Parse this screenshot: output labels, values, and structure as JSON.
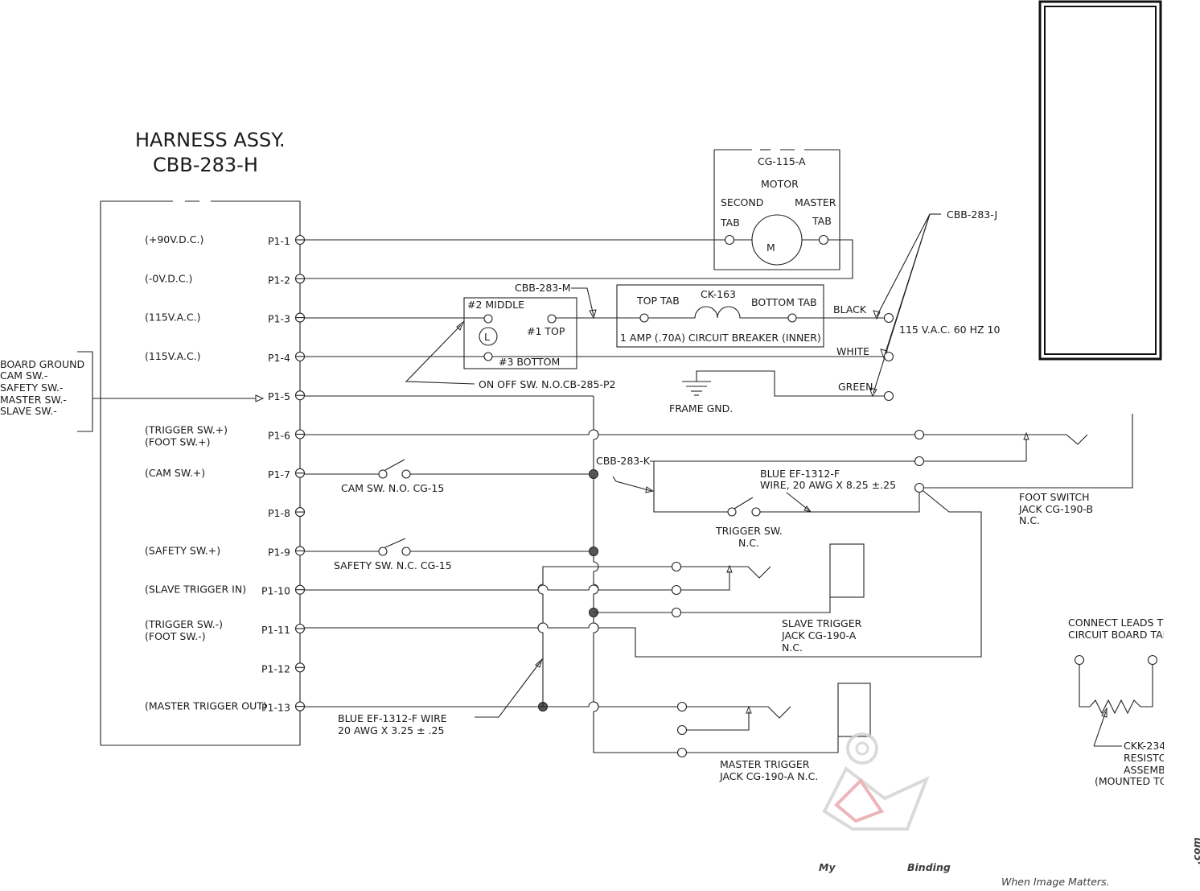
{
  "harness": {
    "line1": "HARNESS ASSY.",
    "line2": "CBB-283-H"
  },
  "pins": [
    {
      "id": "P1-1",
      "label": "(+90V.D.C.)",
      "label2": ""
    },
    {
      "id": "P1-2",
      "label": "(-0V.D.C.)",
      "label2": ""
    },
    {
      "id": "P1-3",
      "label": "(115V.A.C.)",
      "label2": ""
    },
    {
      "id": "P1-4",
      "label": "(115V.A.C.)",
      "label2": ""
    },
    {
      "id": "P1-5",
      "label": "",
      "label2": ""
    },
    {
      "id": "P1-6",
      "label": "(TRIGGER SW.+)",
      "label2": "(FOOT SW.+)"
    },
    {
      "id": "P1-7",
      "label": "(CAM SW.+)",
      "label2": ""
    },
    {
      "id": "P1-8",
      "label": "",
      "label2": ""
    },
    {
      "id": "P1-9",
      "label": "(SAFETY SW.+)",
      "label2": ""
    },
    {
      "id": "P1-10",
      "label": "(SLAVE TRIGGER IN)",
      "label2": ""
    },
    {
      "id": "P1-11",
      "label": "(TRIGGER SW.-)",
      "label2": "(FOOT SW.-)"
    },
    {
      "id": "P1-12",
      "label": "",
      "label2": ""
    },
    {
      "id": "P1-13",
      "label": "(MASTER TRIGGER OUT)",
      "label2": ""
    }
  ],
  "ground_group": [
    "BOARD GROUND",
    "CAM SW.-",
    "SAFETY SW.-",
    "MASTER SW.-",
    "SLAVE SW.-"
  ],
  "motor": {
    "part": "CG-115-A",
    "title": "MOTOR",
    "second": "SECOND",
    "master": "MASTER",
    "tab": "TAB",
    "symbol": "M"
  },
  "cbb_283_j": "CBB-283-J",
  "cbb_283_m": "CBB-283-M",
  "cbb_283_k": "CBB-283-K",
  "switch": {
    "middle": "#2 MIDDLE",
    "top": "#1 TOP",
    "bottom": "#3 BOTTOM",
    "lamp": "L",
    "note": "ON OFF SW. N.O.CB-285-P2"
  },
  "breaker": {
    "part": "CK-163",
    "top_tab": "TOP TAB",
    "bottom_tab": "BOTTOM TAB",
    "rating": "1 AMP (.70A) CIRCUIT BREAKER (INNER)"
  },
  "power": {
    "black": "BLACK",
    "white": "WHITE",
    "green": "GREEN",
    "spec": "115 V.A.C. 60 HZ 10"
  },
  "frame_gnd": "FRAME GND.",
  "cam_sw": "CAM SW. N.O. CG-15",
  "safety_sw": "SAFETY SW. N.C. CG-15",
  "blue_wire_k": {
    "line1": "BLUE EF-1312-F",
    "line2": "WIRE, 20 AWG X 8.25 ±.25"
  },
  "trigger_sw": {
    "line1": "TRIGGER SW.",
    "line2": "N.C."
  },
  "foot_switch": {
    "line1": "FOOT SWITCH",
    "line2": "JACK CG-190-B",
    "line3": "N.C."
  },
  "slave_jack": {
    "line1": "SLAVE TRIGGER",
    "line2": "JACK CG-190-A",
    "line3": "N.C."
  },
  "master_jack": {
    "line1": "MASTER TRIGGER",
    "line2": "JACK CG-190-A  N.C."
  },
  "blue_wire_h": {
    "line1": "BLUE EF-1312-F WIRE",
    "line2": "20 AWG X 3.25 ± .25"
  },
  "connect_leads": {
    "line1": "CONNECT LEADS TO",
    "line2": "CIRCUIT BOARD TAB"
  },
  "resistor": {
    "line1": "CKK-234",
    "line2": "RESISTOR",
    "line3": "ASSEMBLY",
    "line4": "(MOUNTED TO"
  },
  "watermark": {
    "brand_a": "My",
    "brand_b": "Binding",
    "suffix": ".com",
    "tagline": "When Image Matters."
  },
  "colors": {
    "line": "#222222",
    "watermark_grey": "#c8c8c8",
    "watermark_pink": "#e8a8ae"
  }
}
